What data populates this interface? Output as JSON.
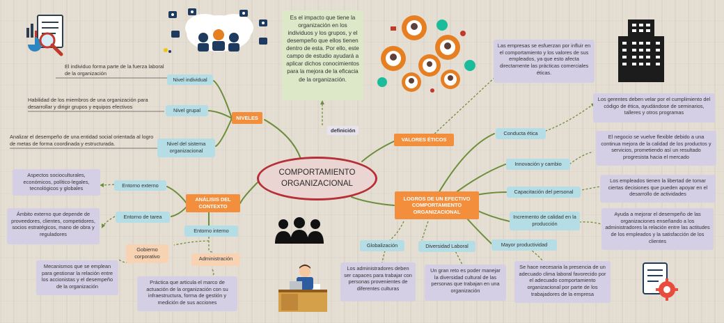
{
  "center": {
    "title": "COMPORTAMIENTO ORGANIZACIONAL"
  },
  "definicion": {
    "label": "definición",
    "text": "Es el impacto que tiene la organización en los individuos y los grupos, y el desempeño que ellos tienen dentro de esta. Por ello, este campo de estudio ayudará a aplicar dichos conocimientos para la mejora de la eficacia de la organización."
  },
  "niveles": {
    "title": "NIVELES",
    "items": [
      {
        "label": "Nivel individual",
        "desc": "El individuo forma parte de la fuerza laboral de la organización"
      },
      {
        "label": "Nivel grupal",
        "desc": "Habilidad de los miembros de una organización  para desarrollar y dirigir grupos y equipos efectivos"
      },
      {
        "label": "Nivel del sistema organizacional",
        "desc": "Analizar el desempeño de una entidad social orientada al logro de metas de forma coordinada y estructurada."
      }
    ]
  },
  "analisis": {
    "title": "ANÁLISIS DEL CONTEXTO",
    "externo": {
      "label": "Entorno externo",
      "desc": "Aspectos socioculturales, económicos, político-legales, tecnológicos y globales"
    },
    "tarea": {
      "label": "Entorno de tarea",
      "desc": "Ámbito externo que depende de proveedores, clientes, competidores, socios estratégicos, mano de obra y reguladores"
    },
    "interno": {
      "label": "Entorno interno"
    },
    "gobierno": {
      "label": "Gobierno corporativo",
      "desc": "Mecanismos que se emplean para gestionar la relación entre los accionistas y el desempeño de la organización"
    },
    "administracion": {
      "label": "Administración",
      "desc": "Práctica que articula el marco de actuación de la organización con su infraestructura, forma de gestión y medición de sus acciones"
    }
  },
  "valores": {
    "title": "VALORES ÉTICOS",
    "desc": "Las empresas se esfuerzan por influir en el comportamiento y los valores de sus empleados, ya que esto afecta directamente las prácticas comerciales éticas."
  },
  "logros": {
    "title": "LOGROS DE UN EFECTIVO COMPORTAMIENTO ORGANIZACIONAL",
    "conducta": {
      "label": "Conducta ética",
      "desc": "Los gerentes deben velar por el cumplimiento del código de ética, ayudándose de seminarios, talleres y otros programas"
    },
    "innovacion": {
      "label": "Innovación y cambio",
      "desc": "El negocio se vuelve flexible debido a una continua mejora de la calidad de los productos y servicios, prometiendo así un resultado progresista hacia el mercado"
    },
    "capacitacion": {
      "label": "Capacitación del personal",
      "desc": "Los empleados tienen la libertad de tomar ciertas decisiones que pueden apoyar en el desarrollo de actividades"
    },
    "calidad": {
      "label": "Incremento de calidad en la producción",
      "desc": "Ayuda a mejorar el desempeño de las organizaciones enseñando a los administradores la relación entre las actitudes de los empleados y la satisfacción de los clientes"
    },
    "productividad": {
      "label": "Mayor productividad",
      "desc": "Se hace necesaria la presencia de un adecuado clima laboral favorecido por el adecuado comportamiento organizacional por parte de los trabajadores de la empresa"
    },
    "globalizacion": {
      "label": "Globalización",
      "desc": "Los administradores deben ser capaces para trabajar con personas provenientes de diferentes culturas"
    },
    "diversidad": {
      "label": "Diversidad Laboral",
      "desc": "Un gran reto es poder manejar la diversidad cultural de las personas que trabajan en una organización"
    }
  },
  "colors": {
    "orange": "#f28e3c",
    "cyan": "#b5dde5",
    "lavender": "#d5cfe5",
    "peach": "#f7d3b4",
    "center_border": "#b53036",
    "connector": "#6b8e3a"
  }
}
